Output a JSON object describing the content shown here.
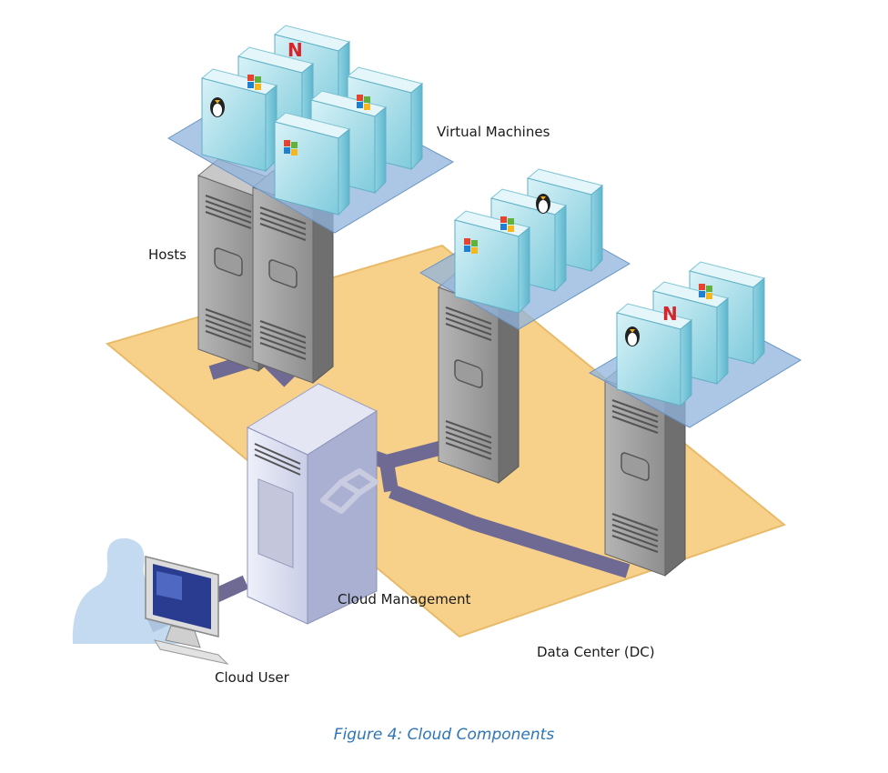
{
  "diagram": {
    "labels": {
      "virtual_machines": "Virtual Machines",
      "hosts": "Hosts",
      "cloud_management": "Cloud Management",
      "data_center": "Data Center (DC)",
      "cloud_user": "Cloud User"
    },
    "caption": "Figure 4: Cloud Components",
    "colors": {
      "floor": "#f7d08a",
      "network": "#6e6a93",
      "vm_platform": "#8fb4dc",
      "vm_box": "#a6dde8",
      "server": "#8a8a8a",
      "caption": "#2e75b6"
    },
    "icons": [
      "linux-tux-icon",
      "windows-logo-icon",
      "novell-n-icon",
      "cloud-management-logo-icon"
    ]
  }
}
